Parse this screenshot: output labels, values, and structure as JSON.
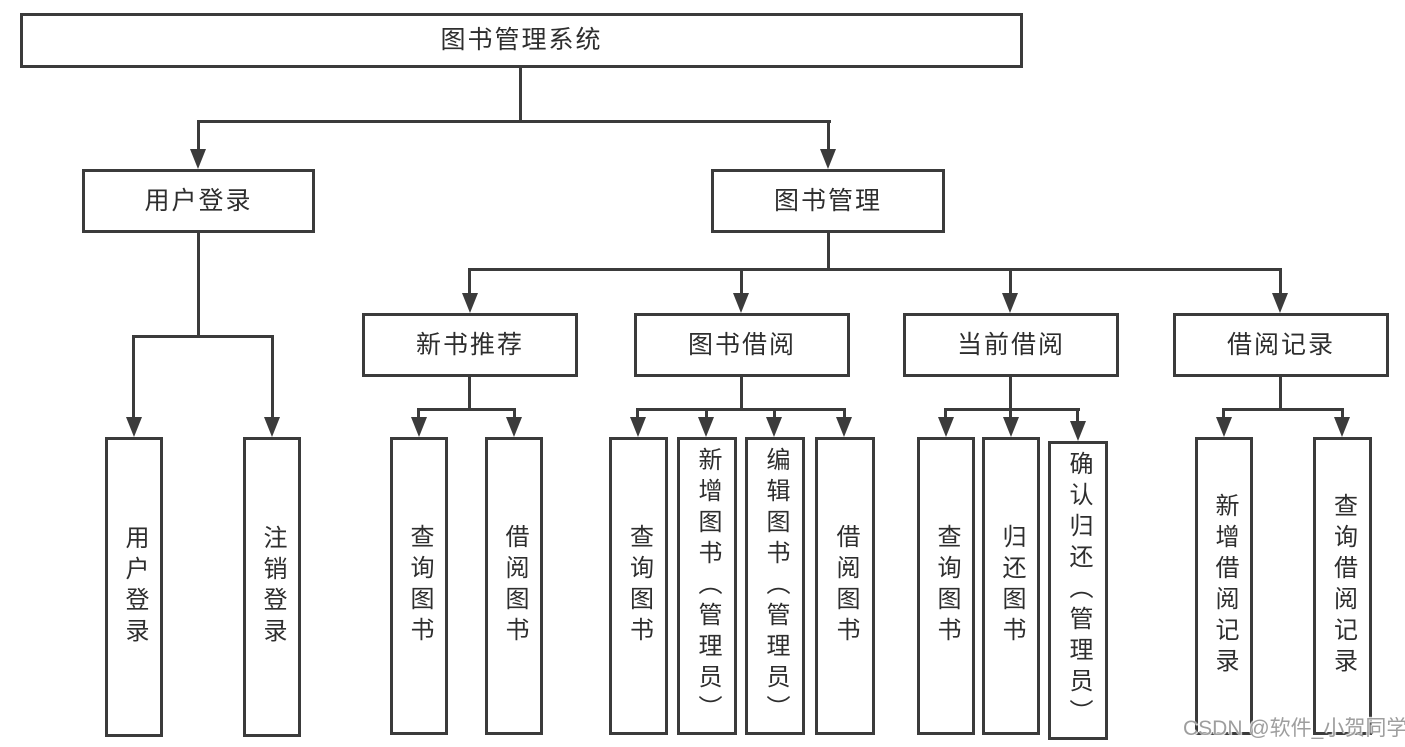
{
  "diagram": {
    "root": {
      "label": "图书管理系统"
    },
    "level2": [
      {
        "id": "user-login",
        "label": "用户登录",
        "children": [
          "用户登录",
          "注销登录"
        ]
      },
      {
        "id": "book-management",
        "label": "图书管理",
        "groups": [
          {
            "label": "新书推荐",
            "children": [
              "查询图书",
              "借阅图书"
            ]
          },
          {
            "label": "图书借阅",
            "children": [
              "查询图书",
              "新增图书（管理员）",
              "编辑图书（管理员）",
              "借阅图书"
            ]
          },
          {
            "label": "当前借阅",
            "children": [
              "查询图书",
              "归还图书",
              "确认归还（管理员）"
            ]
          },
          {
            "label": "借阅记录",
            "children": [
              "新增借阅记录",
              "查询借阅记录"
            ]
          }
        ]
      }
    ],
    "watermark": "CSDN @软件_小贺同学"
  },
  "colors": {
    "line": "#3b3b3b",
    "text": "#2e2e2e",
    "background": "#ffffff",
    "watermark": "#9e9e9e"
  }
}
